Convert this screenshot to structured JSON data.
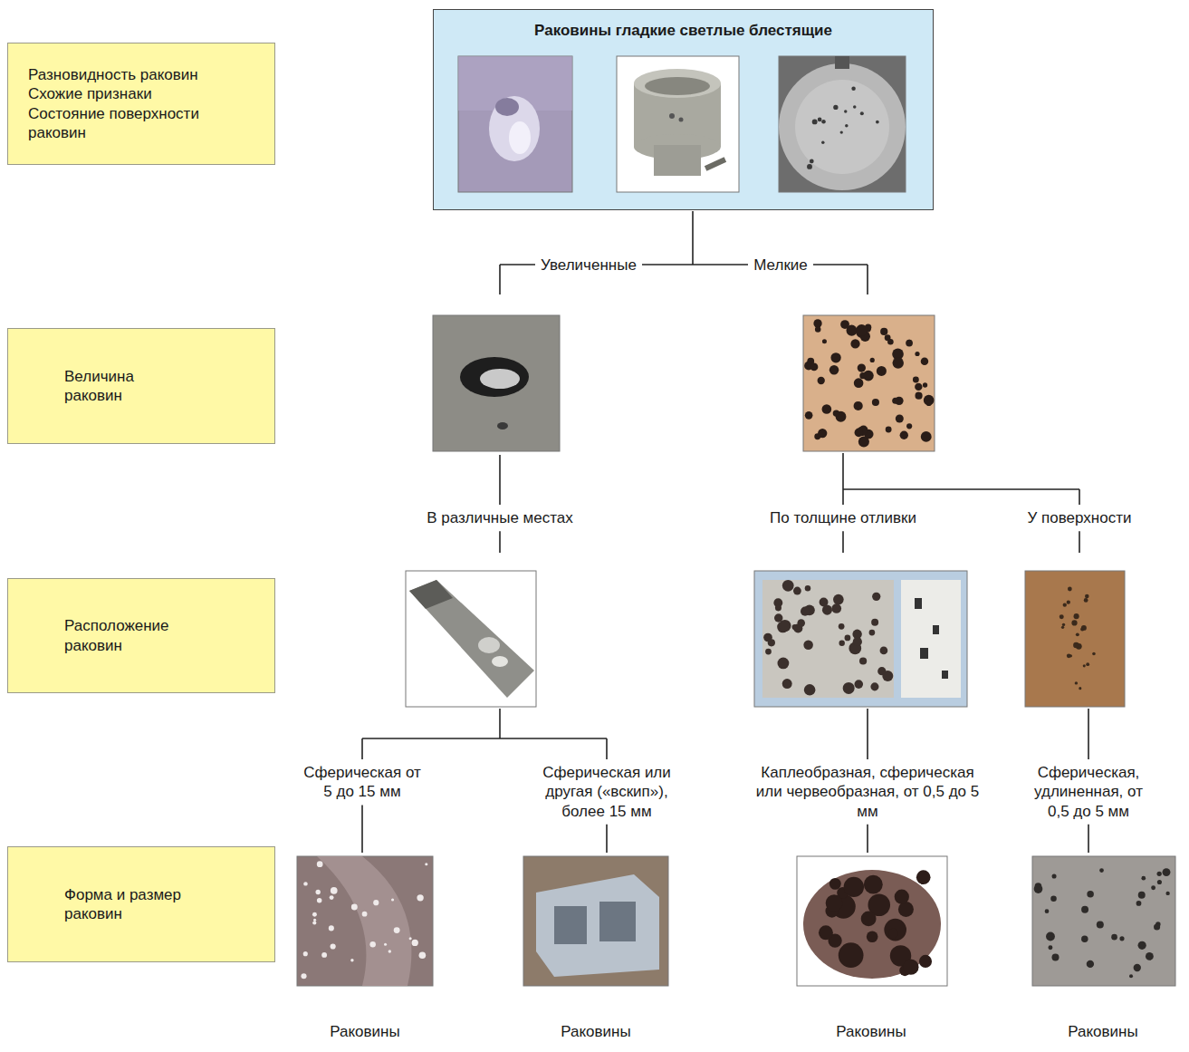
{
  "diagram": {
    "nodes": [
      {
        "text": [
          "Разновидность раковин Схожие признаки Состояние поверхности раковин"
        ]
      },
      {
        "text": [
          "Раковины гладкие светлые блестящие"
        ]
      },
      {
        "text": [
          "Величина раковин"
        ]
      },
      {
        "text": [
          "Расположение раковин"
        ]
      },
      {
        "text": [
          "Форма и размер раковин"
        ]
      }
    ],
    "labels": [
      "Увеличенные",
      "Мелкие",
      "В различные местах",
      "По толщине отливки",
      "У поверхности",
      "Сферическая от 5 до 15 мм",
      "Сферическая или другая («вскип»), более 15 мм",
      "Каплеобразная, сферическая или червеобразная, от 0,5 до 5 мм",
      "Сферическая, удлиненная, от 0,5 до 5 мм",
      "Раковины",
      "Раковины",
      "Раковины",
      "Раковины"
    ]
  }
}
